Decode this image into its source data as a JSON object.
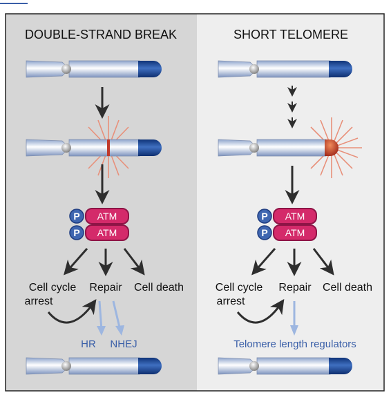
{
  "figure": {
    "left_panel": {
      "title": "DOUBLE-STRAND BREAK",
      "atm_labels": [
        "ATM",
        "ATM"
      ],
      "phospho_labels": [
        "P",
        "P"
      ],
      "outcomes": {
        "arrest_line1": "Cell cycle",
        "arrest_line2": "arrest",
        "repair": "Repair",
        "death": "Cell death"
      },
      "pathways": [
        "HR",
        "NHEJ"
      ]
    },
    "right_panel": {
      "title": "SHORT TELOMERE",
      "atm_labels": [
        "ATM",
        "ATM"
      ],
      "phospho_labels": [
        "P",
        "P"
      ],
      "outcomes": {
        "arrest_line1": "Cell cycle",
        "arrest_line2": "arrest",
        "repair": "Repair",
        "death": "Cell death"
      },
      "regulators": "Telomere length regulators"
    },
    "colors": {
      "left_bg": "#d6d6d6",
      "right_bg": "#eeeeee",
      "chromosome": "#b8c8e4",
      "telomere": "#1f4f9a",
      "atm_fill": "#d42a6a",
      "phospho_fill": "#3f66b0",
      "damage_rays": "#e8907a",
      "damaged_telomere": "#c0392b",
      "repair_arrows": "#9db6e0",
      "regulator_text": "#3a5fa8"
    }
  }
}
